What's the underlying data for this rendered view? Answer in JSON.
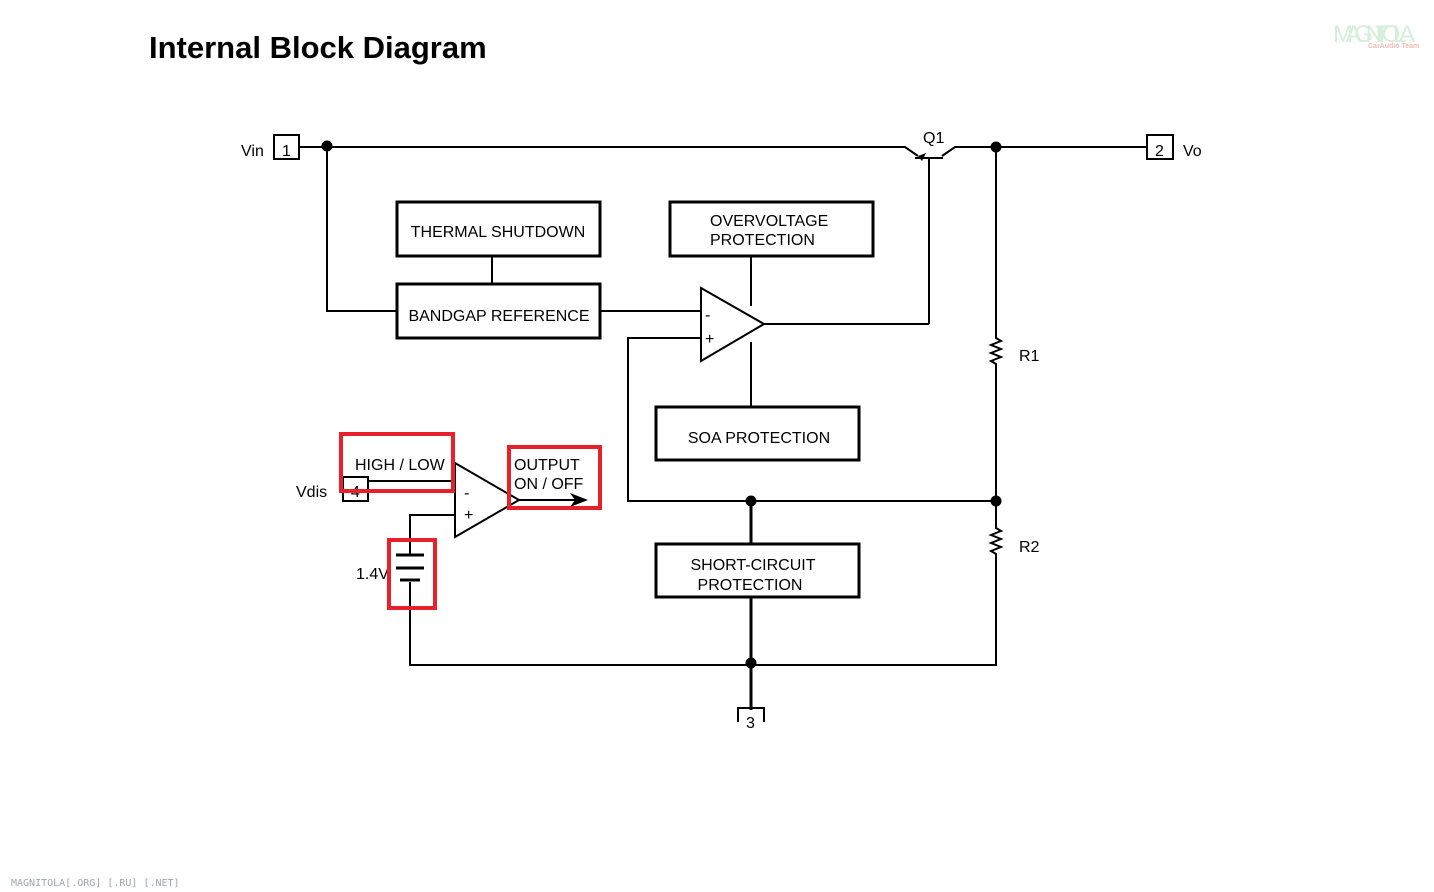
{
  "title": "Internal Block Diagram",
  "logo": {
    "text": "MAGNITOLA",
    "subtext": "CarAudio Team"
  },
  "footer_watermark": "MAGNITOLA[.ORG] [.RU] [.NET]",
  "pins": {
    "vin": {
      "label": "Vin",
      "number": "1"
    },
    "vo": {
      "label": "Vo",
      "number": "2"
    },
    "gnd": {
      "number": "3"
    },
    "vdis": {
      "label": "Vdis",
      "number": "4"
    }
  },
  "transistor": {
    "label": "Q1"
  },
  "blocks": {
    "thermal": "THERMAL SHUTDOWN",
    "bandgap": "BANDGAP REFERENCE",
    "overvoltage": [
      "OVERVOLTAGE",
      "PROTECTION"
    ],
    "soa": "SOA PROTECTION",
    "short_circuit": [
      "SHORT-CIRCUIT",
      "PROTECTION"
    ]
  },
  "opamp": {
    "minus": "-",
    "plus": "+"
  },
  "comparator": {
    "minus": "-",
    "plus": "+"
  },
  "resistors": {
    "r1": "R1",
    "r2": "R2"
  },
  "annotations": {
    "high_low": "HIGH / LOW",
    "output_on_off": [
      "OUTPUT",
      "ON / OFF"
    ],
    "reference_voltage": "1.4V"
  },
  "colors": {
    "highlight": "#e8202a",
    "wire": "#000000"
  }
}
